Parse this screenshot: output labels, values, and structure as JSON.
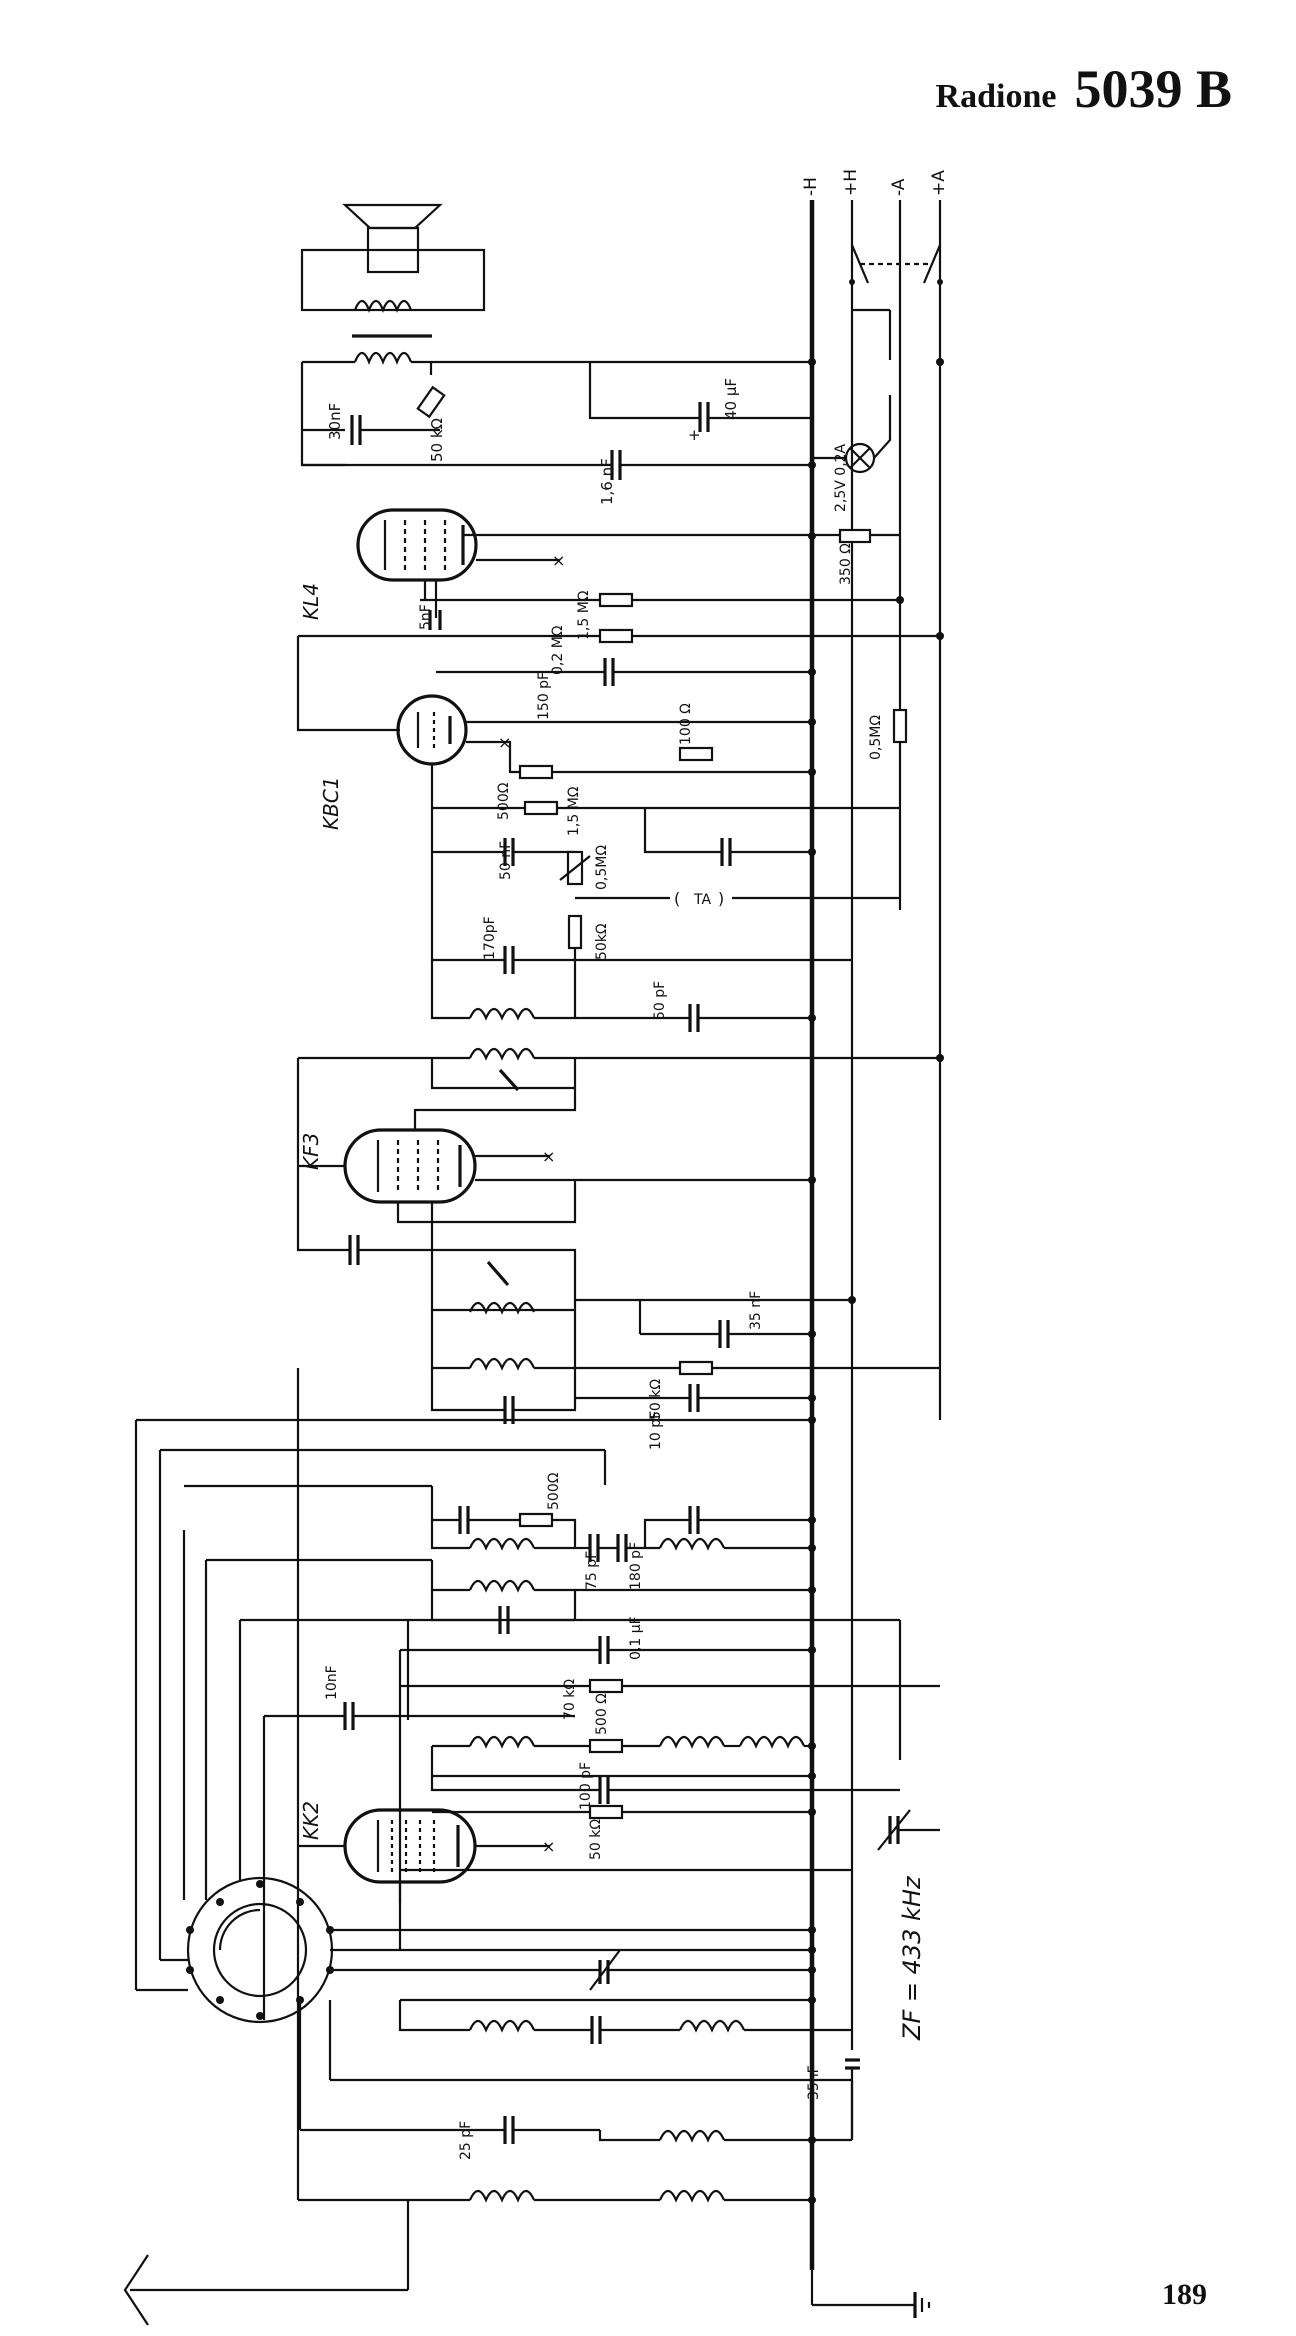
{
  "header": {
    "brand": "Radione",
    "model": "5039 B"
  },
  "page_number": "189",
  "rails": [
    "-H",
    "+H",
    "-A",
    "+A"
  ],
  "tubes": [
    "KL4",
    "KBC1",
    "KF3",
    "KK2"
  ],
  "component_labels": {
    "c_speaker": "30nF",
    "r_tone": "50 kΩ",
    "c_elko": "40 µF",
    "c_anode": "1,6 nF",
    "lamp": "2,5V 0,2A",
    "r_350": "350 Ω",
    "c_grid_kl4": "5nF",
    "r_1_5m": "1,5 MΩ",
    "r_0_2m": "0,2 MΩ",
    "c_150p": "150 pF",
    "r_0_5m": "0,5MΩ",
    "r_500": "500Ω",
    "r_100": "100 Ω",
    "r_1_5m_b": "1,5 MΩ",
    "c_50n": "50 nF",
    "pot_0_5m": "0,5MΩ",
    "ta": "TA",
    "r_50k": "50kΩ",
    "c_170p": "170pF",
    "c_50p": "50 pF",
    "c_35n": "35 nF",
    "r_50k_b": "50 kΩ",
    "c_10p": "10 pF",
    "r_500_b": "500Ω",
    "c_75p": "75 pF",
    "c_180p": "180 pF",
    "c_0_1u": "0,1 µF",
    "r_70k": "70 kΩ",
    "c_10n": "10nF",
    "r_500_c": "500 Ω",
    "c_100p": "100 pF",
    "r_50k_c": "50 kΩ",
    "c_35n_b": "35nF",
    "c_25p": "25 pF",
    "zf": "ZF = 433 kHz"
  },
  "icons": [
    "loudspeaker-icon",
    "pilot-lamp-icon",
    "ground-icon",
    "antenna-icon",
    "wave-switch-icon"
  ]
}
